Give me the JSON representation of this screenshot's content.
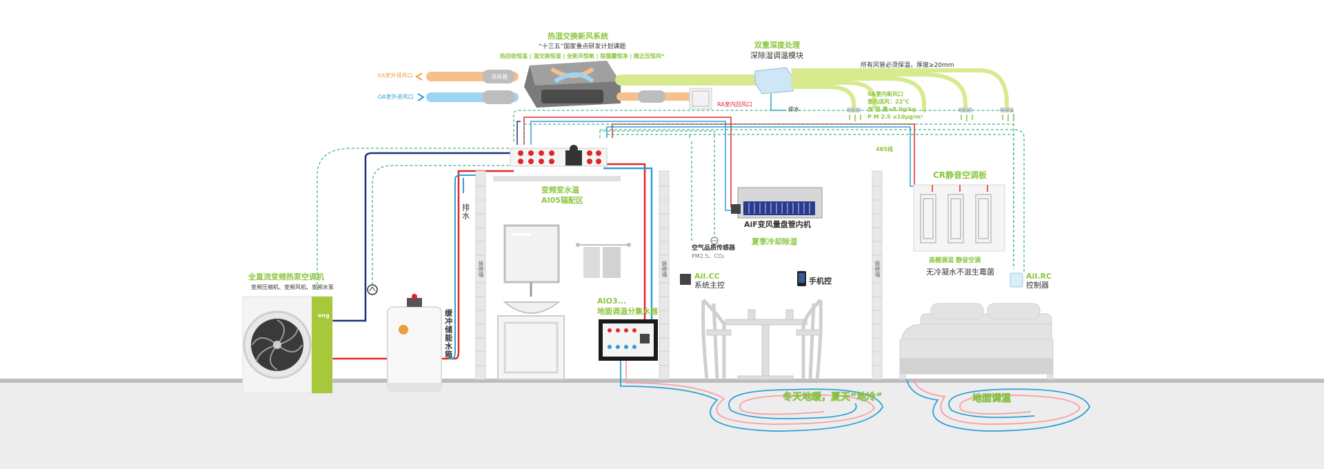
{
  "fresh_air": {
    "title": "热湿交换新风系统",
    "subtitle": "“十三五”国家重点研发计划课题",
    "features": "热回收恒温 | 湿交换恒湿 | 全新风恒氧 | 除菌霾恒净 | 微正压恒风*",
    "muffler": "消音器",
    "ea": "EA室外排风口",
    "oa": "OA室外进风口",
    "ra": "RA室内回风口"
  },
  "dehumid": {
    "title": "双重深度处理",
    "module": "深除湿调温模块",
    "drain": "排水"
  },
  "duct_note": "所有风管必须保温，厚度≥20mm",
  "supply": {
    "title": "SA室内新风口",
    "temp": "室内送风：22℃",
    "humidity": "含 湿 量≤8.0g/kg",
    "pm": "P M 2.5 ≤10μg/m³"
  },
  "bus_label": "485线",
  "manifold": {
    "line1": "变频变水温",
    "line2": "AI05辐配区"
  },
  "drain_vertical": "排水",
  "fan_coil": {
    "title": "AiF变风量盘管内机",
    "sub": "夏季冷却除湿"
  },
  "cr_panel": {
    "title": "CR静音空调板",
    "sub1": "高棚调温  静音空调",
    "sub2": "无冷凝水不滋生霉菌"
  },
  "sensor": {
    "title": "空气品质传感器",
    "sub": "PM2.5、CO₂"
  },
  "aicc": {
    "code": "AiI.CC",
    "label": "系统主控"
  },
  "phone": {
    "label": "手机控"
  },
  "airc": {
    "code": "AiI.RC",
    "label": "控制器"
  },
  "heat_pump": {
    "title": "全直流变频热泵空调机",
    "sub": "变频压缩机、变频风机、变频水泵",
    "logo": "eng"
  },
  "buffer_tank": {
    "label": "缓冲储能水箱"
  },
  "floor_manifold": {
    "code": "AIO3...",
    "label": "地面调温分集水器"
  },
  "floor_heating": "冬天地暖，夏天“地冷”",
  "floor_temp": "地面调温",
  "wall_labels": [
    "装修墙",
    "装修墙",
    "装修墙"
  ],
  "colors": {
    "green": "#8cc63f",
    "red": "#e0262a",
    "blue": "#2a9fd8",
    "navy": "#1f2d7a",
    "orange": "#f7c08a",
    "lightblue": "#9fd4f2",
    "teal": "#3fb58a",
    "floor": "#ededed"
  }
}
